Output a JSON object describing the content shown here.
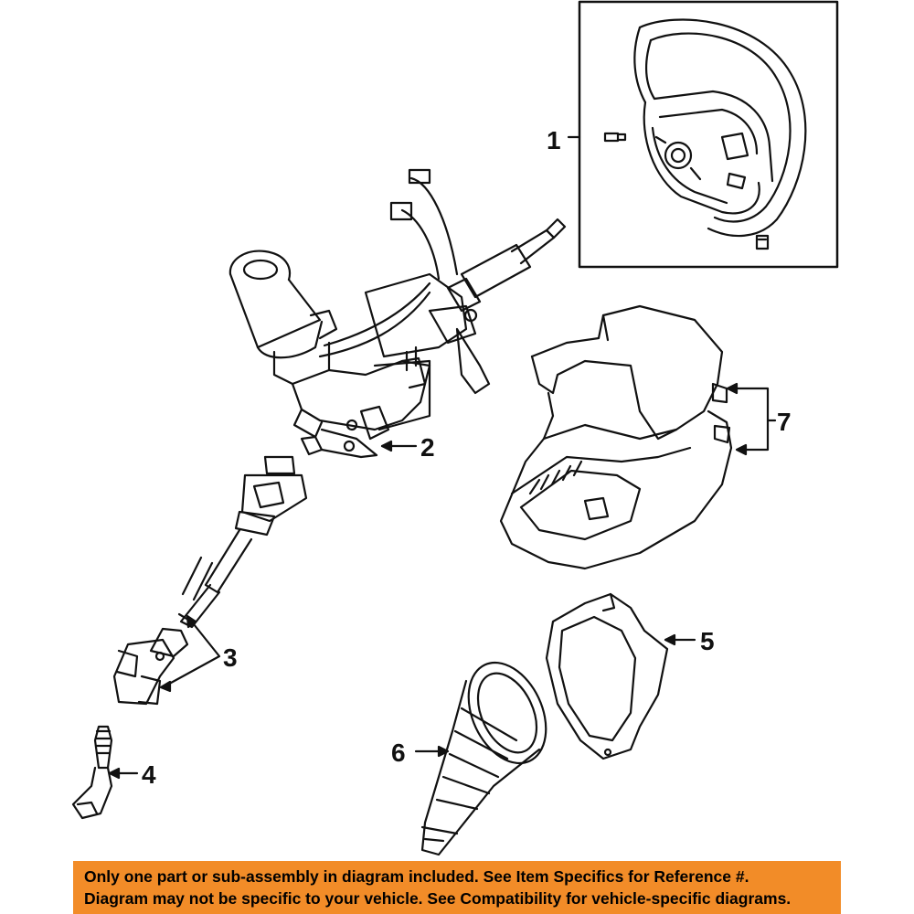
{
  "callouts": {
    "c1": "1",
    "c2": "2",
    "c3": "3",
    "c4": "4",
    "c5": "5",
    "c6": "6",
    "c7": "7"
  },
  "banner": {
    "line1": "Only one part or sub-assembly in diagram included. See Item Specifics for Reference #.",
    "line2": "Diagram may not be specific to your vehicle. See Compatibility for vehicle-specific diagrams."
  },
  "colors": {
    "banner_bg": "#f28c28",
    "line_art": "#111111",
    "background": "#ffffff"
  }
}
